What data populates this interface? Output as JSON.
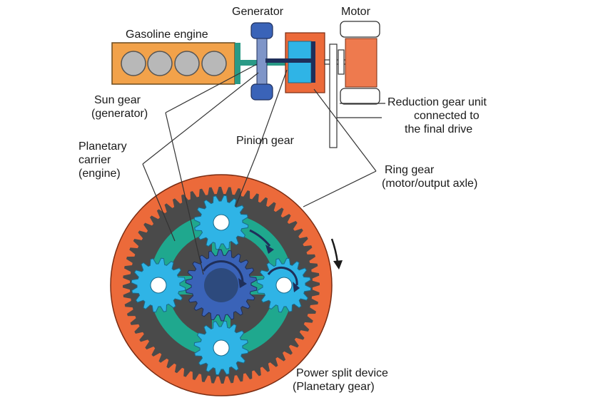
{
  "labels": {
    "generator": "Generator",
    "motor": "Motor",
    "gasoline_engine": "Gasoline engine",
    "sun_gear_line1": "Sun gear",
    "sun_gear_line2": "(generator)",
    "planetary_carrier_line1": "Planetary",
    "planetary_carrier_line2": "carrier",
    "planetary_carrier_line3": "(engine)",
    "pinion_gear": "Pinion gear",
    "reduction_line1": "Reduction gear unit",
    "reduction_line2": "connected to",
    "reduction_line3": "the final drive",
    "ring_gear_line1": "Ring gear",
    "ring_gear_line2": "(motor/output axle)",
    "power_split_line1": "Power split device",
    "power_split_line2": "(Planetary gear)"
  },
  "colors": {
    "ring_orange": "#ec6a3a",
    "ring_teeth_dark": "#4a4a4a",
    "carrier_teal": "#1fa88e",
    "pinion_blue": "#2fb4e6",
    "sun_blue": "#3a63b8",
    "sun_hub": "#2d4a7d",
    "engine_orange": "#f2a24a",
    "cylinder_grey": "#b8b8b8",
    "motor_orange": "#ee7a4e",
    "shaft_green": "#2a9a86",
    "line_color": "#333333"
  },
  "icons": {
    "rotation_arrow": "curved-arrow-icon"
  }
}
